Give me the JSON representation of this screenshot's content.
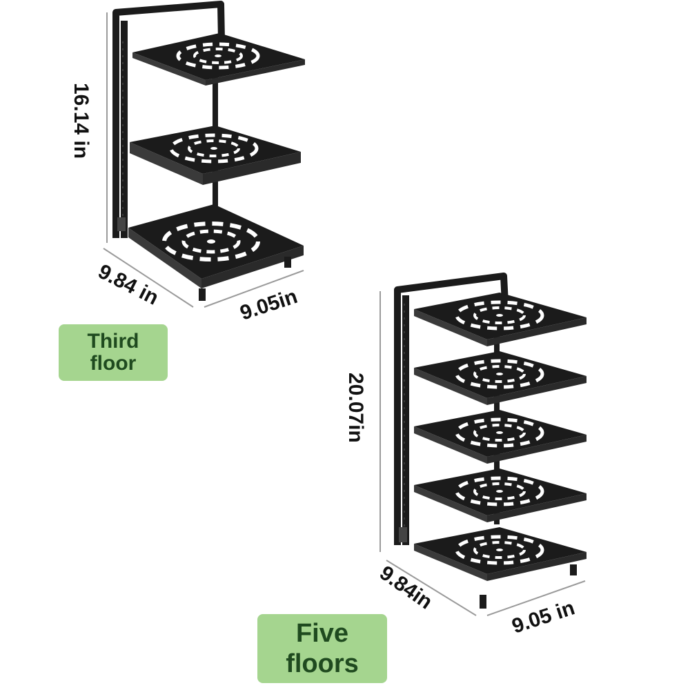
{
  "colors": {
    "background": "#ffffff",
    "badge": "#a5d58f",
    "badge_text": "#1f4a1f",
    "metal": "#1b1b1b",
    "metal_edge": "#3a3a3a",
    "dimension_line": "#9a9a9a"
  },
  "products": [
    {
      "height": "16.14 in",
      "depth": "9.84 in",
      "width": "9.05in",
      "label_line1": "Third",
      "label_line2": "floor",
      "tiers": 3
    },
    {
      "height": "20.07in",
      "depth": "9.84in",
      "width": "9.05 in",
      "label_line1": "Five",
      "label_line2": "floors",
      "tiers": 5
    }
  ]
}
